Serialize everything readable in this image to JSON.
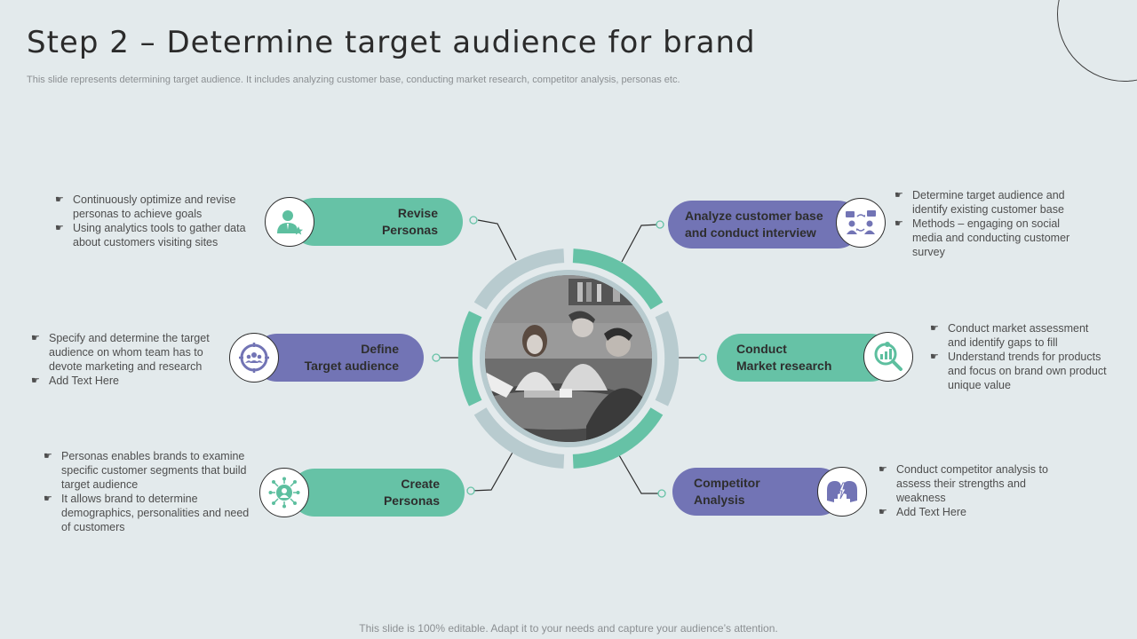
{
  "header": {
    "title": "Step 2 – Determine target audience for brand",
    "subtitle": "This slide represents determining target audience. It includes analyzing customer base, conducting market research, competitor analysis, personas etc."
  },
  "footer": {
    "text": "This slide is 100% editable. Adapt it to your needs and capture your audience’s attention."
  },
  "colors": {
    "green": "#66c2a6",
    "purple": "#7274b5",
    "ring_gray": "#b8cbcf",
    "background": "#e3eaec"
  },
  "steps": [
    {
      "line1": "Revise",
      "line2": "Personas",
      "icon": "user-star-icon",
      "bullets": [
        "Continuously optimize and revise personas to achieve goals",
        "Using analytics tools to gather data about customers visiting sites"
      ]
    },
    {
      "line1": "Define",
      "line2": "Target audience",
      "icon": "target-group-icon",
      "bullets": [
        "Specify and determine the target audience on whom team has to devote marketing and research",
        "Add Text Here"
      ]
    },
    {
      "line1": "Create",
      "line2": "Personas",
      "icon": "network-persona-icon",
      "bullets": [
        "Personas enables brands to examine specific customer segments that build target audience",
        "It allows brand to determine demographics, personalities and need of customers"
      ]
    },
    {
      "line1": "Analyze customer base",
      "line2": "and conduct interview",
      "icon": "interview-icon",
      "bullets": [
        "Determine target audience and identify existing customer base",
        "Methods – engaging on social media and conducting customer survey"
      ]
    },
    {
      "line1": "Conduct",
      "line2": "Market research",
      "icon": "chart-magnifier-icon",
      "bullets": [
        "Conduct market assessment and identify gaps to fill",
        "Understand trends for products and focus on brand own product unique value"
      ]
    },
    {
      "line1": "Competitor",
      "line2": "Analysis",
      "icon": "competitor-heads-icon",
      "bullets": [
        "Conduct competitor analysis to assess their strengths and weakness",
        "Add Text Here"
      ]
    }
  ]
}
